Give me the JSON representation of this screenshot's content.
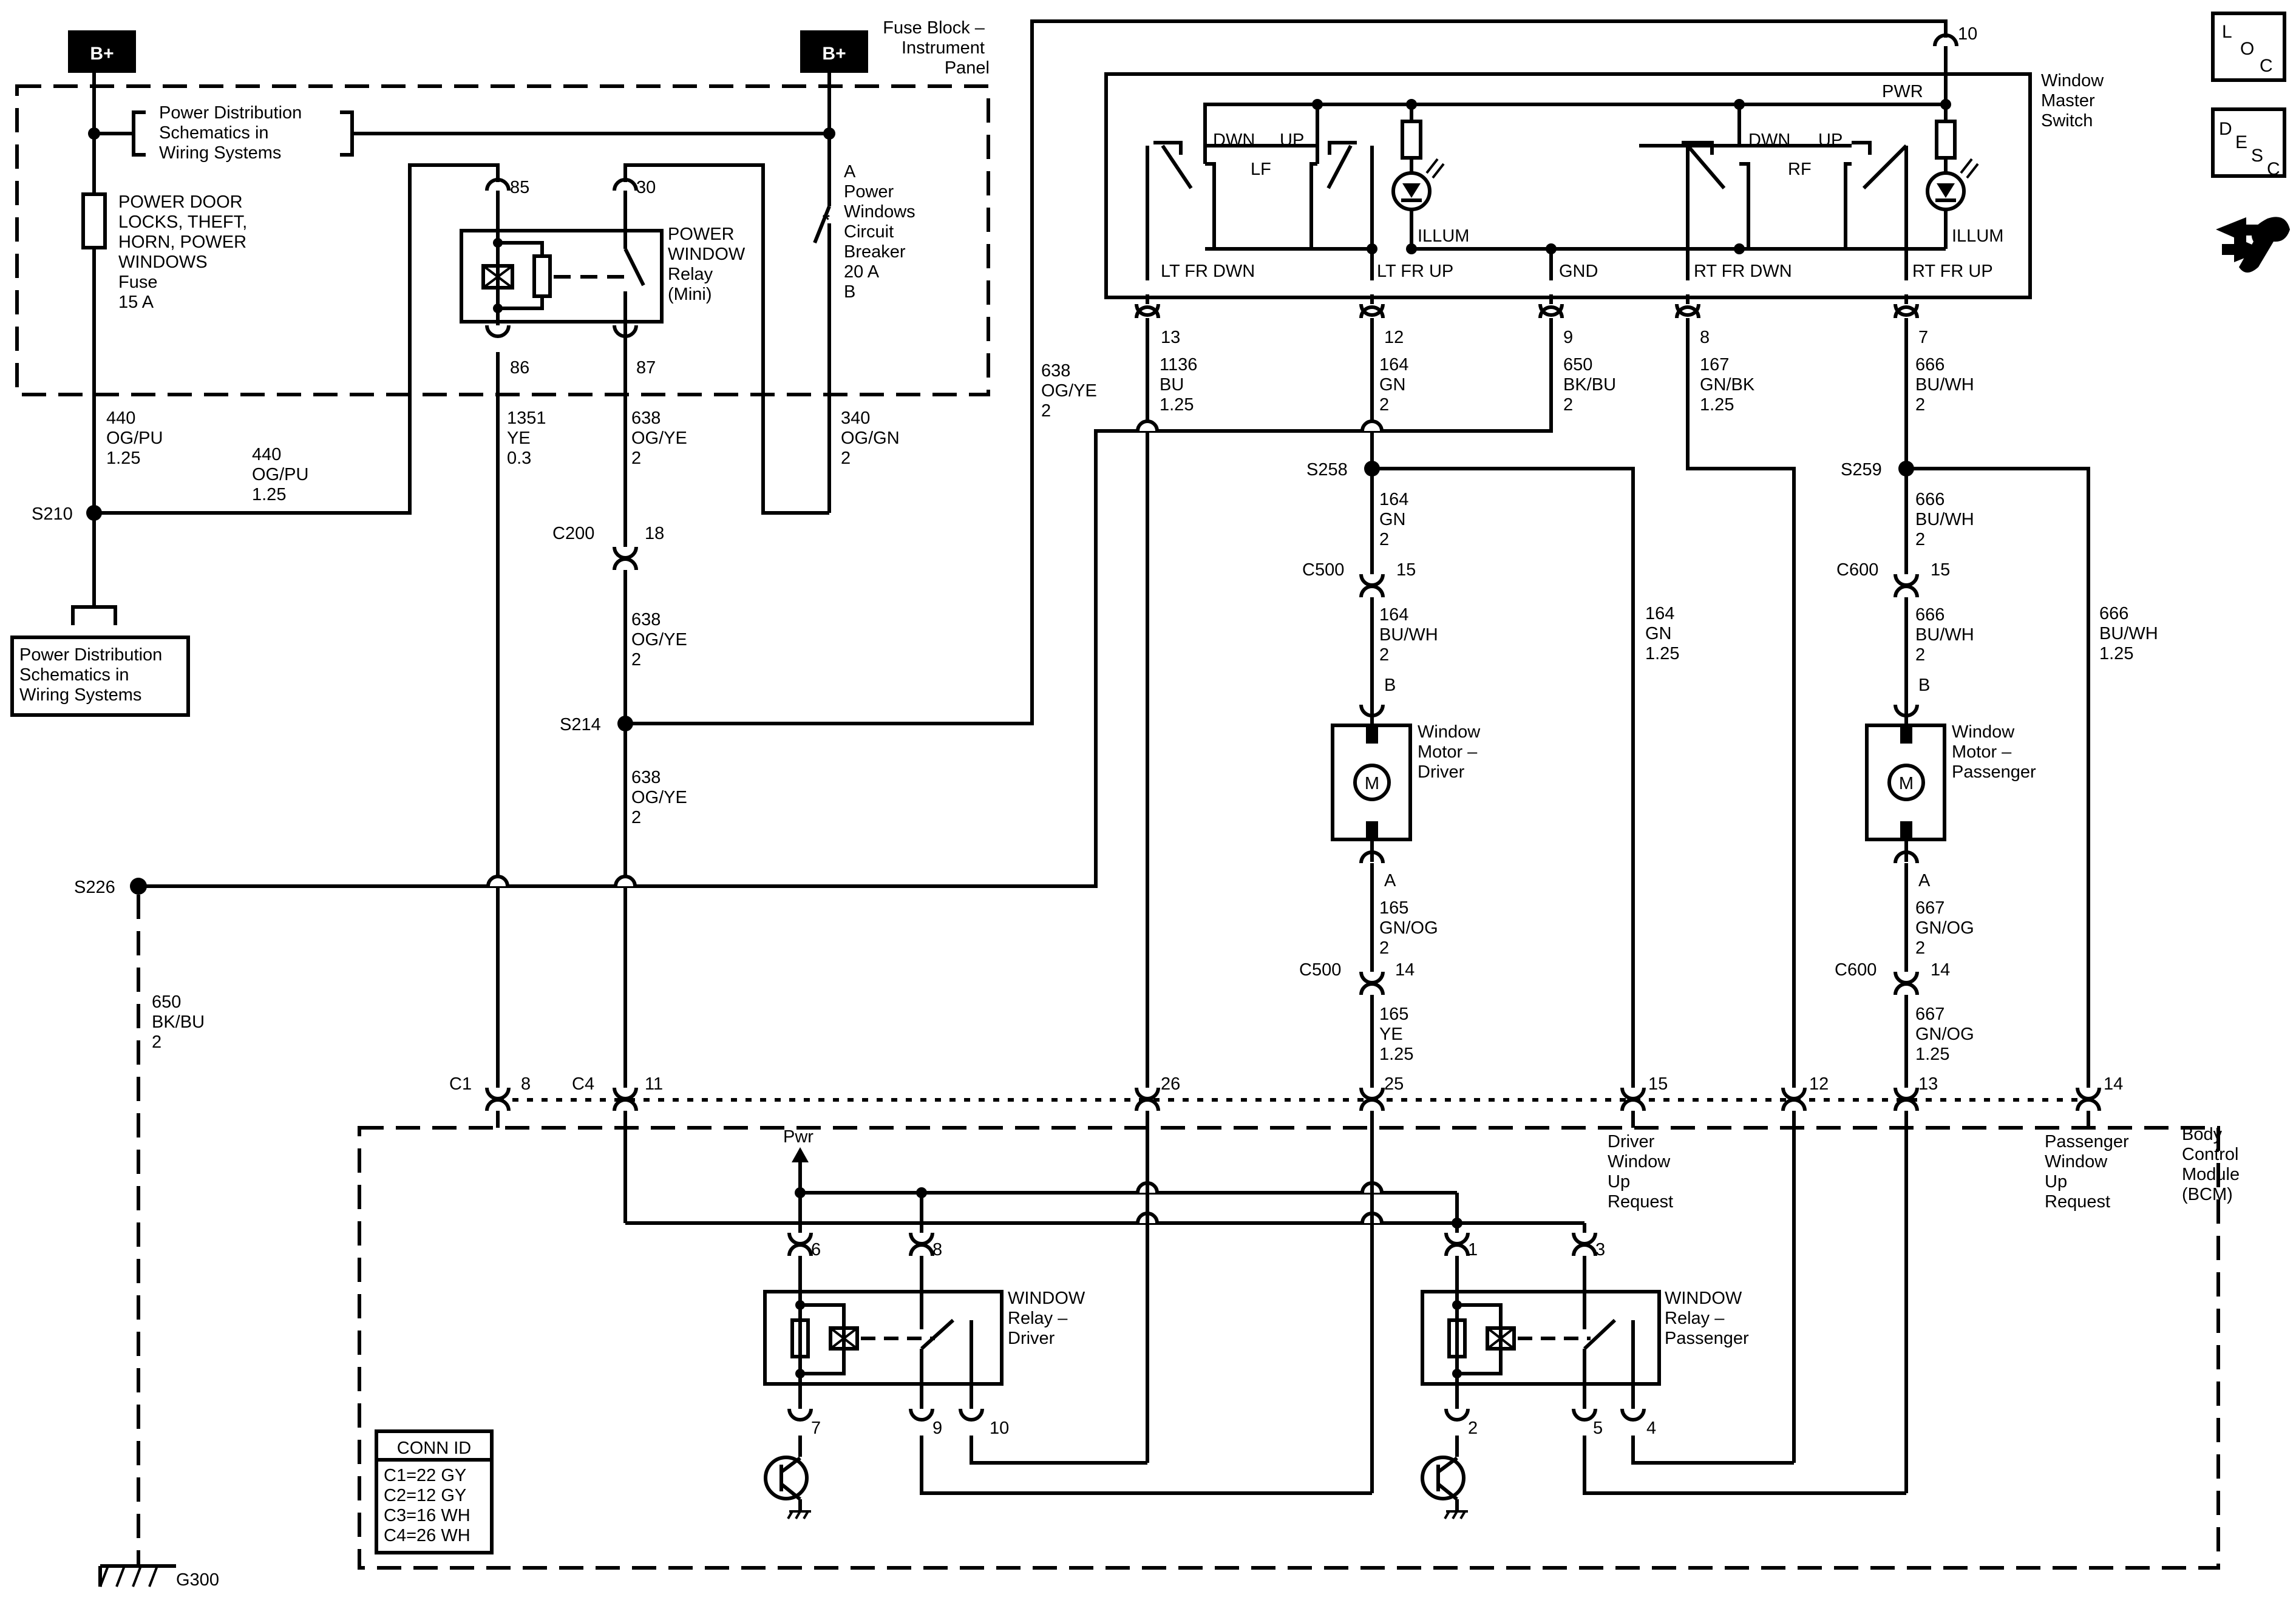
{
  "supplies": {
    "left": "B+",
    "right": "B+"
  },
  "fuse_block": {
    "title": [
      "Fuse Block –",
      "Instrument",
      "Panel"
    ]
  },
  "pds_top": [
    "Power Distribution",
    "Schematics in",
    "Wiring Systems"
  ],
  "pds_box": [
    "Power Distribution",
    "Schematics in",
    "Wiring Systems"
  ],
  "fuse": {
    "lines": [
      "POWER DOOR",
      "LOCKS, THEFT,",
      "HORN, POWER",
      "WINDOWS",
      "Fuse",
      "15 A"
    ]
  },
  "relay_main": {
    "lines": [
      "POWER",
      "WINDOW",
      "Relay",
      "(Mini)"
    ],
    "pins": [
      "85",
      "30",
      "86",
      "87"
    ]
  },
  "breaker": {
    "lines": [
      "A",
      "Power",
      "Windows",
      "Circuit",
      "Breaker",
      "20 A",
      "B"
    ]
  },
  "wires": {
    "w440a": [
      "440",
      "OG/PU",
      "1.25"
    ],
    "w440b": [
      "440",
      "OG/PU",
      "1.25"
    ],
    "w1351": [
      "1351",
      "YE",
      "0.3"
    ],
    "w638a": [
      "638",
      "OG/YE",
      "2"
    ],
    "w340": [
      "340",
      "OG/GN",
      "2"
    ],
    "w638b": [
      "638",
      "OG/YE",
      "2"
    ],
    "w638c": [
      "638",
      "OG/YE",
      "2"
    ],
    "w638d": [
      "638",
      "OG/YE",
      "2"
    ],
    "w650a": [
      "650",
      "BK/BU",
      "2"
    ],
    "w1136": [
      "1136",
      "BU",
      "1.25"
    ],
    "w164a": [
      "164",
      "GN",
      "2"
    ],
    "w650b": [
      "650",
      "BK/BU",
      "2"
    ],
    "w167": [
      "167",
      "GN/BK",
      "1.25"
    ],
    "w666a": [
      "666",
      "BU/WH",
      "2"
    ],
    "w164b": [
      "164",
      "GN",
      "2"
    ],
    "w164c": [
      "164",
      "BU/WH",
      "2"
    ],
    "w164d": [
      "164",
      "GN",
      "1.25"
    ],
    "w165a": [
      "165",
      "GN/OG",
      "2"
    ],
    "w165b": [
      "165",
      "YE",
      "1.25"
    ],
    "w666b": [
      "666",
      "BU/WH",
      "2"
    ],
    "w666c": [
      "666",
      "BU/WH",
      "2"
    ],
    "w666d": [
      "666",
      "BU/WH",
      "1.25"
    ],
    "w667a": [
      "667",
      "GN/OG",
      "2"
    ],
    "w667b": [
      "667",
      "GN/OG",
      "1.25"
    ]
  },
  "splices": {
    "s210": "S210",
    "s214": "S214",
    "s226": "S226",
    "s258": "S258",
    "s259": "S259"
  },
  "connectors": {
    "c200": "C200",
    "c500a": "C500",
    "c500b": "C500",
    "c600a": "C600",
    "c600b": "C600",
    "c1": "C1",
    "c4": "C4"
  },
  "pins": {
    "c200": "18",
    "c500a": "15",
    "c500b": "14",
    "c600a": "15",
    "c600b": "14",
    "c1": "8",
    "c4": "11",
    "p26": "26",
    "p25": "25",
    "p15": "15",
    "p12": "12",
    "p13": "13",
    "p14": "14",
    "p10": "10",
    "sw13": "13",
    "sw12": "12",
    "sw9": "9",
    "sw8": "8",
    "sw7": "7"
  },
  "master_switch": {
    "title": [
      "Window",
      "Master",
      "Switch"
    ],
    "pwr": "PWR",
    "dwn_l": "DWN",
    "up_l": "UP",
    "lf": "LF",
    "dwn_r": "DWN",
    "up_r": "UP",
    "rf": "RF",
    "illum_l": "ILLUM",
    "illum_r": "ILLUM",
    "terms": [
      "LT FR DWN",
      "LT FR UP",
      "GND",
      "RT FR DWN",
      "RT FR UP"
    ]
  },
  "motor_driver": {
    "lines": [
      "Window",
      "Motor –",
      "Driver"
    ],
    "m": "M",
    "pin_b": "B",
    "pin_a": "A"
  },
  "motor_pass": {
    "lines": [
      "Window",
      "Motor –",
      "Passenger"
    ],
    "m": "M",
    "pin_b": "B",
    "pin_a": "A"
  },
  "bcm": {
    "title": [
      "Body",
      "Control",
      "Module",
      "(BCM)"
    ],
    "pwr": "Pwr",
    "driver_req": [
      "Driver",
      "Window",
      "Up",
      "Request"
    ],
    "pass_req": [
      "Passenger",
      "Window",
      "Up",
      "Request"
    ],
    "relay_driver": {
      "lines": [
        "WINDOW",
        "Relay –",
        "Driver"
      ],
      "pins": [
        "6",
        "8",
        "7",
        "9",
        "10"
      ]
    },
    "relay_pass": {
      "lines": [
        "WINDOW",
        "Relay –",
        "Passenger"
      ],
      "pins": [
        "1",
        "3",
        "2",
        "5",
        "4"
      ]
    },
    "conn_id": {
      "title": "CONN ID",
      "rows": [
        "C1=22 GY",
        "C2=12 GY",
        "C3=16 WH",
        "C4=26 WH"
      ]
    }
  },
  "ground": {
    "name": "G300"
  },
  "icons": {
    "loc": [
      "L",
      "O",
      "C"
    ],
    "desc": [
      "D",
      "E",
      "S",
      "C"
    ]
  }
}
